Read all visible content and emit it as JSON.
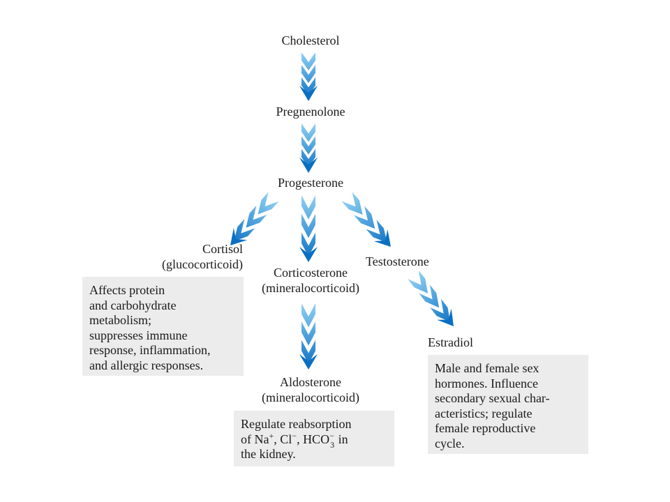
{
  "nodes": {
    "cholesterol": "Cholesterol",
    "pregnenolone": "Pregnenolone",
    "progesterone": "Progesterone",
    "cortisol": "Cortisol",
    "cortisol_class": "(glucocorticoid)",
    "corticosterone": "Corticosterone",
    "corticosterone_class": "(mineralocorticoid)",
    "testosterone": "Testosterone",
    "aldosterone": "Aldosterone",
    "aldosterone_class": "(mineralocorticoid)",
    "estradiol": "Estradiol"
  },
  "boxes": {
    "cortisol": [
      "Affects protein",
      "and carbohydrate",
      "metabolism;",
      "suppresses immune",
      "response, inflammation,",
      "and allergic responses."
    ],
    "aldosterone": {
      "line1": "Regulate reabsorption",
      "line2_prefix": "of Na",
      "na_charge": "+",
      "sep1": ", Cl",
      "cl_charge": "−",
      "sep2": ", HCO",
      "hco3_charge": "−",
      "hco3_sub": "3",
      "line2_suffix": " in",
      "line3": "the kidney."
    },
    "estradiol": [
      "Male and female sex",
      "hormones. Influence",
      "secondary sexual char-",
      "acteristics; regulate",
      "female reproductive",
      "cycle."
    ]
  },
  "colors": {
    "arrow_light": "#8fd0f4",
    "arrow_dark": "#0a6fc2",
    "box_fill": "#ececec"
  }
}
